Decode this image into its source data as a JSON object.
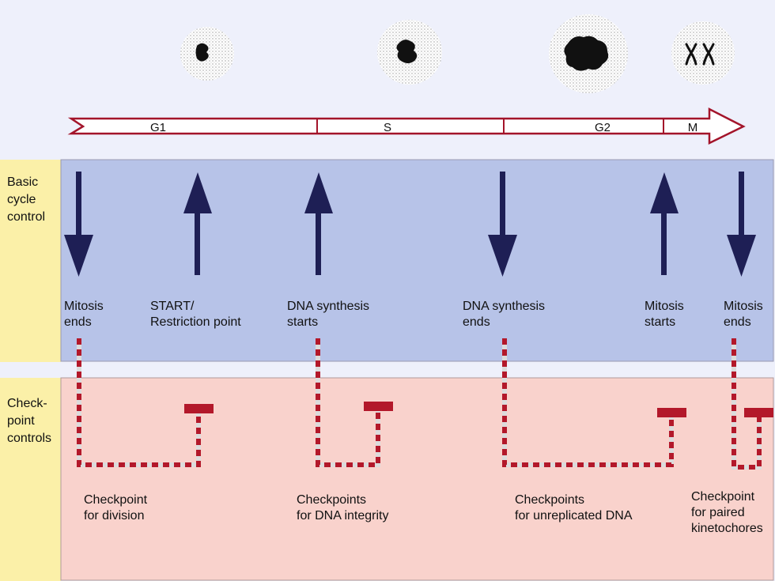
{
  "phases": [
    "G1",
    "S",
    "G2",
    "M"
  ],
  "row_labels": {
    "basic": "Basic\ncycle\ncontrol",
    "checkpoint": "Check-\npoint\ncontrols"
  },
  "basic_events": [
    {
      "text": "Mitosis\nends",
      "direction": "down"
    },
    {
      "text": "START/\nRestriction point",
      "direction": "up"
    },
    {
      "text": "DNA synthesis\nstarts",
      "direction": "up"
    },
    {
      "text": "DNA synthesis\nends",
      "direction": "down"
    },
    {
      "text": "Mitosis\nstarts",
      "direction": "up"
    },
    {
      "text": "Mitosis\nends",
      "direction": "down"
    }
  ],
  "checkpoints": [
    {
      "text": "Checkpoint\nfor division"
    },
    {
      "text": "Checkpoints\nfor DNA integrity"
    },
    {
      "text": "Checkpoints\nfor unreplicated DNA"
    },
    {
      "text": "Checkpoint\nfor paired\nkinetochores"
    }
  ],
  "colors": {
    "background": "#eef0fb",
    "basic_band": "#b7c3e8",
    "checkpoint_band": "#f9d2cc",
    "label_column": "#fbf0a8",
    "arrow": "#1e1f55",
    "checkpoint_line": "#b3182a",
    "timeline_outline": "#a3142a"
  }
}
